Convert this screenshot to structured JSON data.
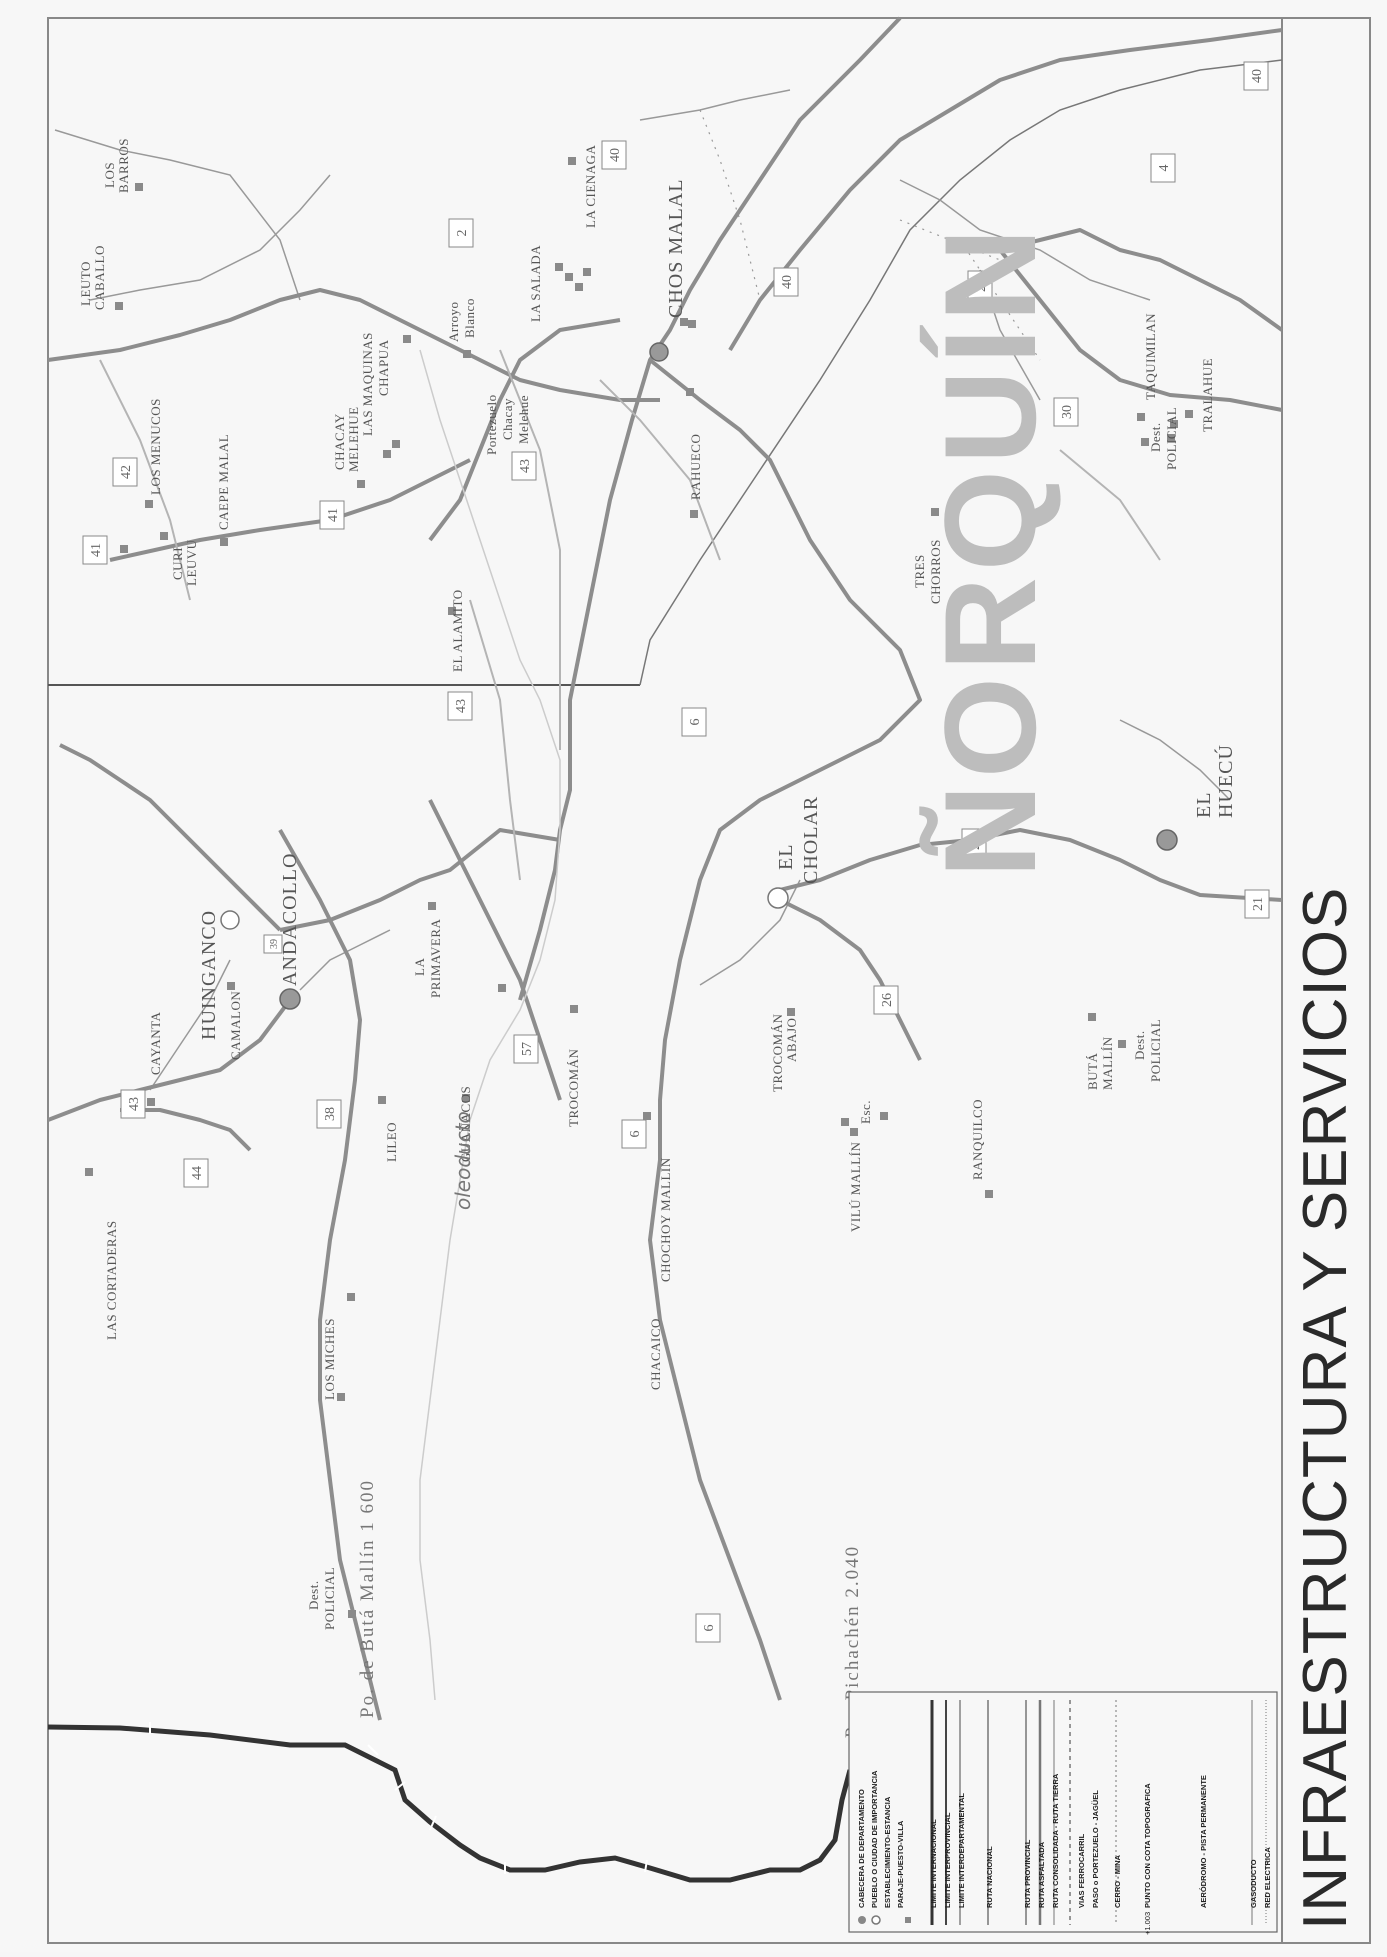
{
  "title": "INFRAESTRUCTURA Y SERVICIOS",
  "department": "ÑORQUÍN",
  "cities": {
    "chos_malal": "CHOS MALAL",
    "andacollo": "ANDACOLLO",
    "huinganco": "HUINGANCO",
    "el_cholar_1": "EL",
    "el_cholar_2": "CHOLAR",
    "el_huecu_1": "EL",
    "el_huecu_2": "HUECÚ"
  },
  "places": {
    "los_barros_1": "LOS",
    "los_barros_2": "BARROS",
    "leuto_caballo_1": "LEUTO",
    "leuto_caballo_2": "CABALLO",
    "la_cienaga": "LA CIENAGA",
    "la_salada": "LA SALADA",
    "arroyo_blanco_1": "Arroyo",
    "arroyo_blanco_2": "Blanco",
    "portezuelo_1": "Portezuelo",
    "portezuelo_2": "Chacay",
    "portezuelo_3": "Melehue",
    "las_maquinas_1": "LAS MAQUINAS",
    "las_maquinas_2": "CHAPUA",
    "chacay_melehue_1": "CHACAY",
    "chacay_melehue_2": "MELEHUE",
    "los_menucos": "LOS MENUCOS",
    "caepe_malal": "CAEPE MALAL",
    "curi_leuvu_1": "CURI",
    "curi_leuvu_2": "LEUVU",
    "rahueco": "RAHUECO",
    "el_alamito": "EL ALAMITO",
    "taquimilan": "TAQUIMILAN",
    "tralahue": "TRALAHUE",
    "dest_policial_1": "Dest.",
    "dest_policial_2": "POLICIAL",
    "tres_chorros_1": "TRES",
    "tres_chorros_2": "CHORROS",
    "la_primavera_1": "LA",
    "la_primavera_2": "PRIMAVERA",
    "camalon": "CAMALON",
    "cayanta": "CAYANTA",
    "las_cortaderas": "LAS CORTADERAS",
    "lileo": "LILEO",
    "guanacos": "GUAÑACOS",
    "trocoman": "TROCOMÁN",
    "trocoman_abajo_1": "TROCOMÁN",
    "trocoman_abajo_2": "ABAJO",
    "chochoy_mallin": "CHOCHOY MALLIN",
    "chacaico": "CHACAICO",
    "vilu_mallin": "VILÚ MALLÍN",
    "esc": "Esc.",
    "ranquilco": "RANQUILCO",
    "buta_mallin_1": "BUTÁ",
    "buta_mallin_2": "MALLÍN",
    "los_miches": "LOS MICHES",
    "oleoducto": "oleoducto",
    "paso_buta_mallin": "Po. de Butá Mallín 1 600",
    "paso_pichachen": "Po. Pichachén 2.040"
  },
  "routes": [
    "40",
    "40",
    "40",
    "2",
    "4",
    "29",
    "30",
    "43",
    "42",
    "41",
    "41",
    "43",
    "6",
    "21",
    "21",
    "26",
    "57",
    "6",
    "6",
    "38",
    "43",
    "44",
    "39"
  ],
  "legend": [
    "CABECERA DE DEPARTAMENTO",
    "PUEBLO O CIUDAD DE IMPORTANCIA",
    "ESTABLECIMIENTO-ESTANCIA",
    "PARAJE-PUESTO-VILLA",
    "LIMITE INTERNACIONAL",
    "LIMITE INTERPROVINCIAL",
    "LIMITE INTERDEPARTAMENTAL",
    "RUTA NACIONAL",
    "RUTA PROVINCIAL",
    "RUTA ASFALTADA",
    "RUTA CONSOLIDADA - RUTA TIERRA",
    "VIAS FERROCARRIL",
    "PASO o PORTEZUELO - JAGÜEL",
    "CERRO - MINA",
    "PUNTO CON COTA TOPOGRAFICA",
    "AERÓDROMO - PISTA PERMANENTE",
    "GASODUCTO",
    "RED ELECTRICA"
  ],
  "legend_cota": "+1.003",
  "colors": {
    "road": "#8d8d8d",
    "border": "#333333",
    "marker": "#8a8a8a",
    "dept": "#bdbdbd"
  }
}
